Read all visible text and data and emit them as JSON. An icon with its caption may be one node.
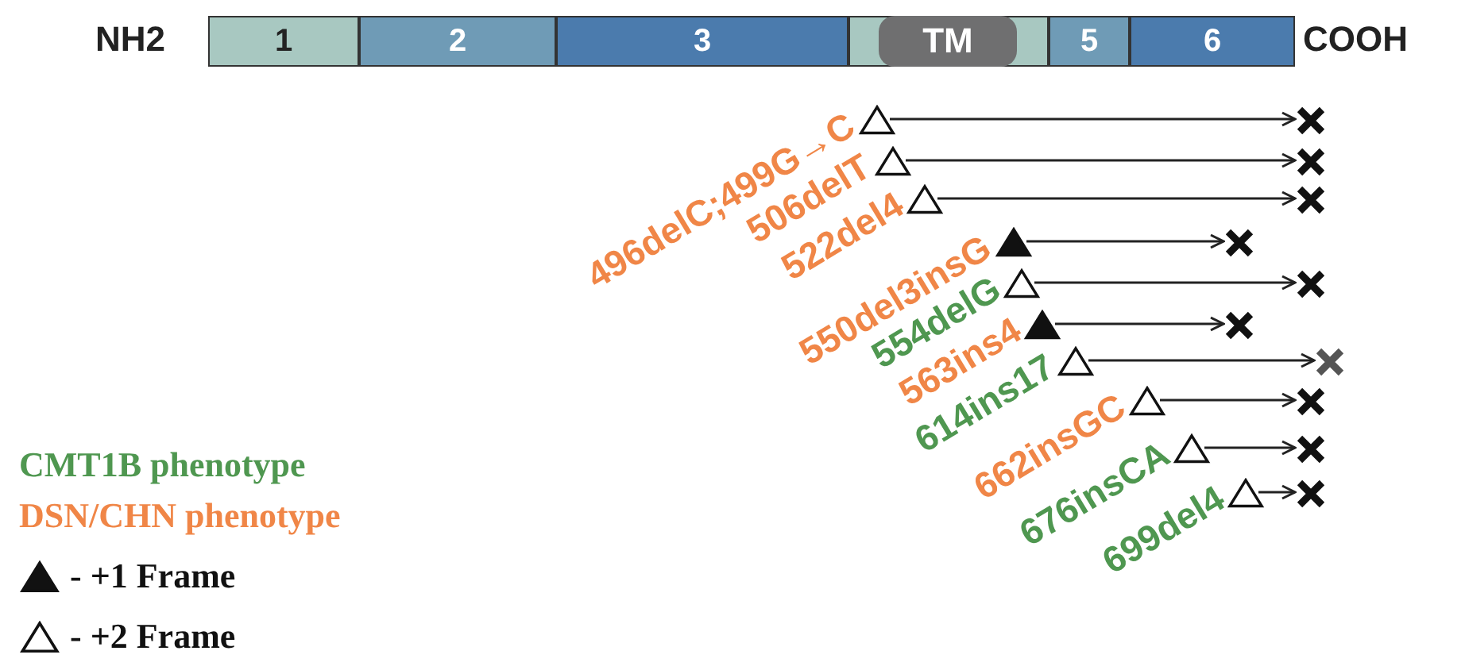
{
  "diagram": {
    "nodes": [
      {
        "text": [
          "1"
        ]
      },
      {
        "text": [
          "2"
        ]
      },
      {
        "text": [
          "3"
        ]
      },
      {
        "text": [],
        "shape": "bar"
      },
      {
        "text": [
          "TM"
        ],
        "in": 3
      },
      {
        "text": [
          "5"
        ]
      },
      {
        "text": [
          "6"
        ]
      },
      {
        "text": [],
        "shape": "triangle",
        "beside": [
          "496delC;499G→C"
        ]
      },
      {
        "text": [],
        "shape": "cross"
      },
      {
        "text": [],
        "shape": "triangle",
        "beside": [
          "506delT"
        ]
      },
      {
        "text": [],
        "shape": "cross"
      },
      {
        "text": [],
        "shape": "triangle",
        "beside": [
          "522del4"
        ]
      },
      {
        "text": [],
        "shape": "cross"
      },
      {
        "text": [],
        "shape": "wedge",
        "beside": [
          "550del3insG"
        ]
      },
      {
        "text": [],
        "shape": "cross"
      },
      {
        "text": [],
        "shape": "triangle",
        "beside": [
          "554delG"
        ]
      },
      {
        "text": [],
        "shape": "cross"
      },
      {
        "text": [],
        "shape": "wedge",
        "beside": [
          "563ins4"
        ]
      },
      {
        "text": [],
        "shape": "cross"
      },
      {
        "text": [],
        "shape": "triangle",
        "beside": [
          "614ins17"
        ]
      },
      {
        "text": [],
        "shape": "cross"
      },
      {
        "text": [],
        "shape": "triangle",
        "beside": [
          "662insGC"
        ]
      },
      {
        "text": [],
        "shape": "cross"
      },
      {
        "text": [],
        "shape": "triangle",
        "beside": [
          "676insCA"
        ]
      },
      {
        "text": [],
        "shape": "cross"
      },
      {
        "text": [],
        "shape": "triangle",
        "beside": [
          "699del4"
        ]
      },
      {
        "text": [],
        "shape": "cross"
      }
    ],
    "edges": [
      {
        "from": 7,
        "to": 8,
        "arrow": "to"
      },
      {
        "from": 9,
        "to": 10,
        "arrow": "to"
      },
      {
        "from": 11,
        "to": 12,
        "arrow": "to"
      },
      {
        "from": 13,
        "to": 14,
        "arrow": "to"
      },
      {
        "from": 15,
        "to": 16,
        "arrow": "to"
      },
      {
        "from": 17,
        "to": 18,
        "arrow": "to"
      },
      {
        "from": 19,
        "to": 20,
        "arrow": "to"
      },
      {
        "from": 21,
        "to": 22,
        "arrow": "to"
      },
      {
        "from": 23,
        "to": 24,
        "arrow": "to"
      },
      {
        "from": 25,
        "to": 26,
        "arrow": "to"
      }
    ],
    "labels": [
      "NH2",
      "COOH"
    ],
    "legend": [
      {
        "text": "CMT1B phenotype",
        "color": "#4f9750"
      },
      {
        "text": "DSN/CHN phenotype",
        "color": "#f08647"
      },
      {
        "text": "- +1 Frame"
      },
      {
        "text": "- +2 Frame"
      }
    ]
  }
}
